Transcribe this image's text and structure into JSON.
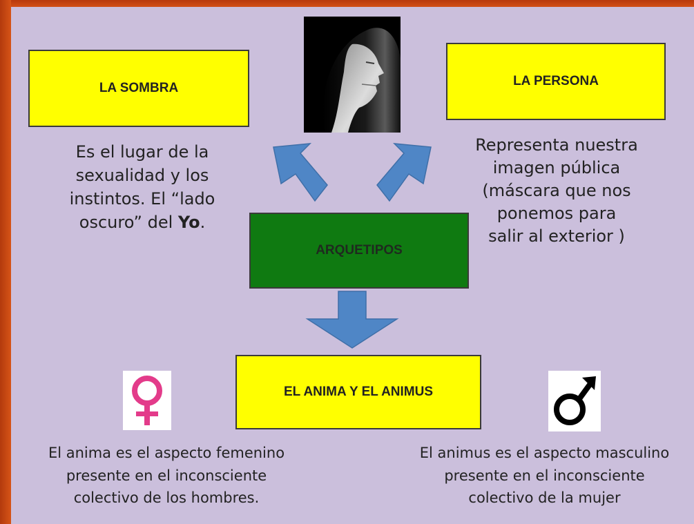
{
  "boxes": {
    "sombra": "LA SOMBRA",
    "persona": "LA PERSONA",
    "arquetipos": "ARQUETIPOS",
    "anima": "EL ANIMA Y EL ANIMUS"
  },
  "texts": {
    "sombra": [
      "Es el lugar de la",
      "sexualidad y los",
      "instintos. El “lado",
      "oscuro” del "
    ],
    "sombra_bold": "Yo",
    "sombra_end": ".",
    "persona": [
      "Representa nuestra",
      "imagen pública",
      "(máscara que nos",
      "ponemos para",
      "salir al exterior )"
    ],
    "anima": [
      "El anima es el aspecto femenino",
      "presente en el inconsciente",
      "colectivo de los hombres."
    ],
    "animus": [
      "El animus es el aspecto masculino",
      "presente en el inconsciente",
      "colectivo de la mujer"
    ]
  },
  "icons": {
    "female": "female-symbol-icon",
    "male": "male-symbol-icon",
    "portrait": "hooded-woman-profile-photo"
  },
  "colors": {
    "background": "#cbbfdc",
    "frame": "#cf4a12",
    "yellow_box": "#ffff00",
    "green_box": "#0f7a11",
    "arrow": "#4f86c6",
    "female_symbol": "#e33b8a"
  }
}
